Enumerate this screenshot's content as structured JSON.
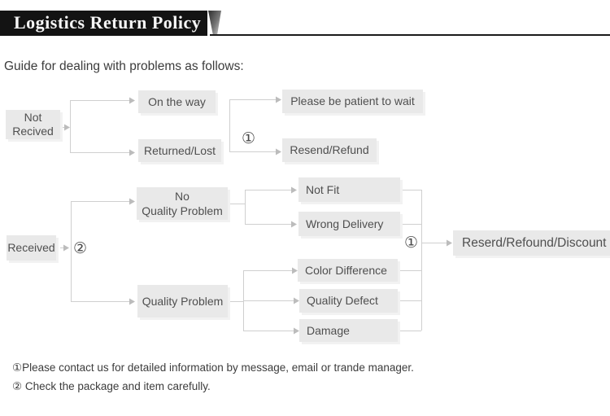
{
  "banner": {
    "title": "Logistics Return Policy"
  },
  "intro": "Guide for dealing with problems as follows:",
  "flow": {
    "not_received": "Not\nRecived",
    "on_the_way": "On the way",
    "returned_lost": "Returned/Lost",
    "please_wait": "Please be patient to wait",
    "resend_refund": "Resend/Refund",
    "received": "Received",
    "no_quality_problem": "No\nQuality Problem",
    "quality_problem": "Quality Problem",
    "not_fit": "Not Fit",
    "wrong_delivery": "Wrong Delivery",
    "color_difference": "Color Difference",
    "quality_defect": "Quality Defect",
    "damage": "Damage",
    "final_action": "Reserd/Refound/Discount"
  },
  "markers": {
    "circled_one": "①",
    "circled_two": "②"
  },
  "notes": {
    "note1": "①Please contact us for detailed information by message, email or trande manager.",
    "note2": "② Check the package and item carefully."
  },
  "colors": {
    "banner_bg": "#131313",
    "box_bg": "#e9e9e9",
    "box_text": "#4f4f4f",
    "line": "#cfcfcf",
    "arrow": "#bcbcbc"
  }
}
